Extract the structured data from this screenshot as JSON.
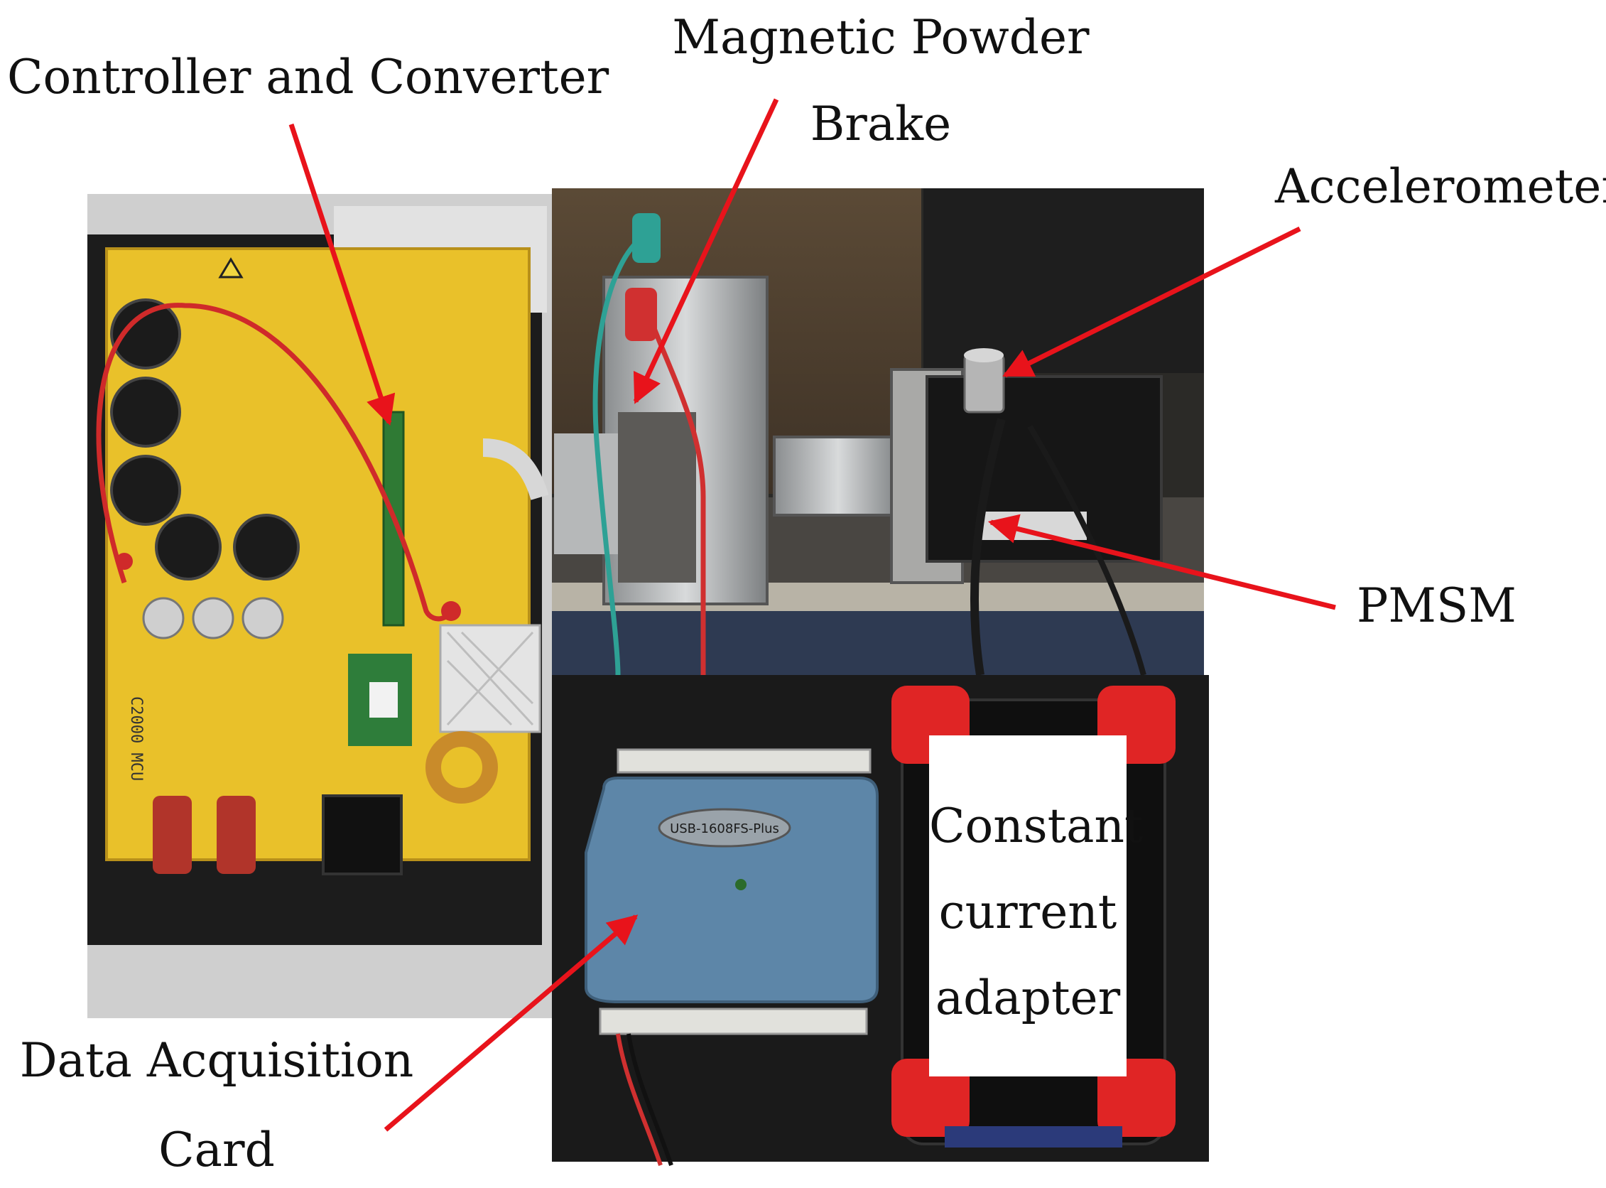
{
  "labels": {
    "controller": "Controller and Converter",
    "magnetic_line1": "Magnetic Powder",
    "magnetic_line2": "Brake",
    "accelerometer": "Accelerometer",
    "pmsm": "PMSM",
    "daq_line1": "Data Acquisition",
    "daq_line2": "Card",
    "adapter_line1": "Constant",
    "adapter_line2": "current",
    "adapter_line3": "adapter"
  },
  "device_text": {
    "controller_board": "C2000 MCU",
    "daq_model": "USB-1608FS-Plus"
  },
  "colors": {
    "arrow": "#e8131b",
    "pcb_yellow": "#e9c12a",
    "enclosure_black": "#1c1c1c",
    "daq_blue": "#5d86a8",
    "adapter_red": "#e02525"
  }
}
